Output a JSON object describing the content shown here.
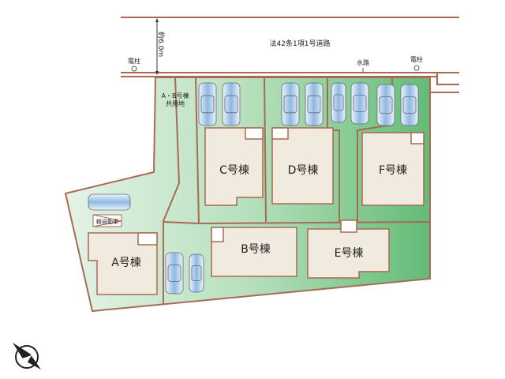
{
  "road": {
    "name": "法42条1項1号道路",
    "width": "約6.0m",
    "waterway": "水路",
    "pole_left": "電柱",
    "pole_right": "電柱"
  },
  "common_area": {
    "label_line1": "A・B号棟",
    "label_line2": "共用地"
  },
  "light_car_label": "軽自動車",
  "buildings": {
    "a": "A号棟",
    "b": "B号棟",
    "c": "C号棟",
    "d": "D号棟",
    "e": "E号棟",
    "f": "F号棟"
  },
  "colors": {
    "boundary": "#a86a55",
    "lot_light": "#d8eedb",
    "lot_dark": "#6cbf7c",
    "building": "#f1ebdf",
    "road_line": "#a86a55"
  },
  "compass_icon": "north-arrow-icon"
}
